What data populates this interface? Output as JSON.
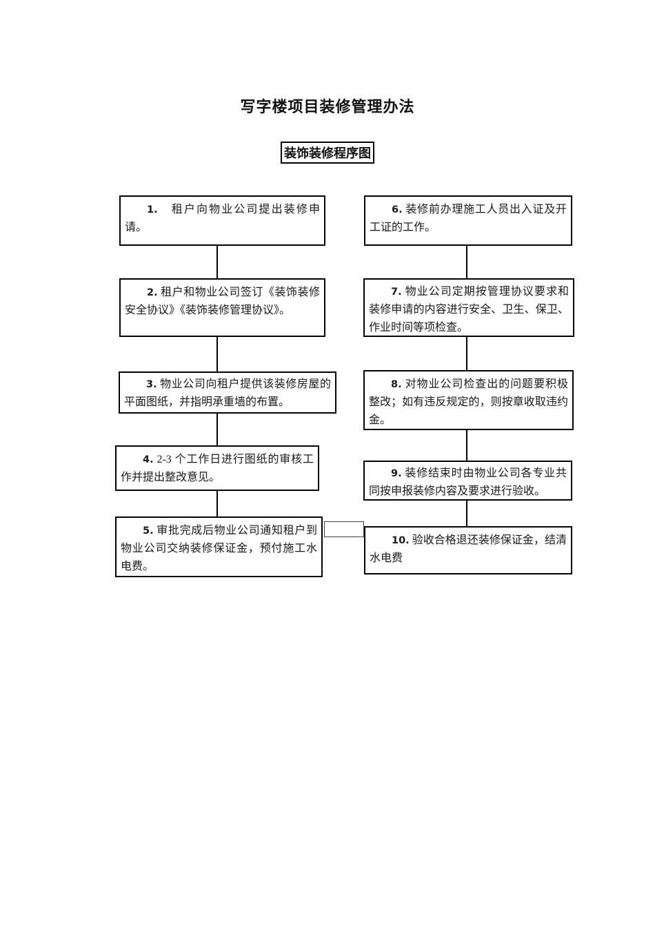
{
  "page": {
    "title": "写字楼项目装修管理办法",
    "figure_caption": "装饰装修程序图"
  },
  "flowchart": {
    "steps": [
      {
        "num": "1.",
        "text": "租户向物业公司提出装修申请。"
      },
      {
        "num": "2.",
        "text": "租户和物业公司签订《装饰装修安全协议》《装饰装修管理协议》。"
      },
      {
        "num": "3.",
        "text": "物业公司向租户提供该装修房屋的平面图纸，并指明承重墙的布置。"
      },
      {
        "num": "4.",
        "text": "2-3 个工作日进行图纸的审核工作并提出整改意见。"
      },
      {
        "num": "5.",
        "text": "审批完成后物业公司通知租户到物业公司交纳装修保证金，预付施工水电费。"
      },
      {
        "num": "6.",
        "text": "装修前办理施工人员出入证及开工证的工作。"
      },
      {
        "num": "7.",
        "text": "物业公司定期按管理协议要求和装修申请的内容进行安全、卫生、保卫、作业时间等项检查。"
      },
      {
        "num": "8.",
        "text": "对物业公司检查出的问题要积极整改；如有违反规定的，则按章收取违约金。"
      },
      {
        "num": "9.",
        "text": "装修结束时由物业公司各专业共同按申报装修内容及要求进行验收。"
      },
      {
        "num": "10.",
        "text": "验收合格退还装修保证金，结清水电费"
      }
    ]
  },
  "colors": {
    "page_background": "#ffffff",
    "box_border": "#000000",
    "text": "#1a1a1a"
  }
}
